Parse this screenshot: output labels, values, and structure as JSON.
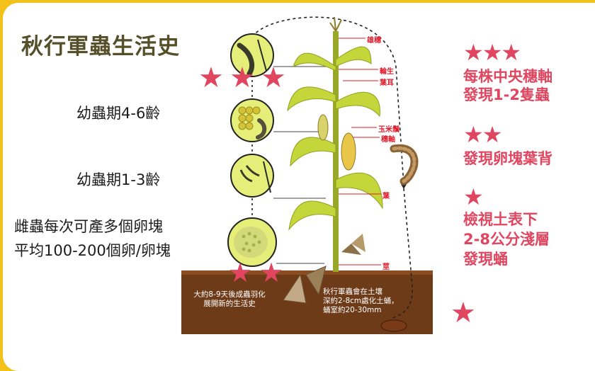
{
  "title": "秋行軍蟲生活史",
  "stages": {
    "larva_4_6": "幼蟲期4-6齡",
    "larva_1_3": "幼蟲期1-3齡",
    "eggs_line1": "雌蟲每次可產多個卵塊",
    "eggs_line2": "平均100-200個卵/卵塊"
  },
  "plant_labels": {
    "tassel": "雄穗",
    "whorl": "輪生",
    "ligule": "葉耳",
    "silk": "玉米鬚",
    "ear": "穗軸",
    "leaf": "葉",
    "stalk": "莖"
  },
  "soil_notes": {
    "adult_line1": "大約8-9天後成蟲羽化",
    "adult_line2": "展開新的生活史",
    "pupa_line1": "秋行軍蟲會在土壤",
    "pupa_line2": "深約2-8cm處化土蛹，",
    "pupa_line3": "蛹室約20-30mm"
  },
  "scouting": {
    "level3_stars": "★★★",
    "level3_line1": "每株中央穗軸",
    "level3_line2": "發現1-2隻蟲",
    "level2_stars": "★★",
    "level2_line1": "發現卵塊葉背",
    "level1_stars": "★",
    "level1_line1": "檢視土表下",
    "level1_line2": "2-8公分淺層",
    "level1_line3": "發現蛹"
  },
  "colors": {
    "frame": "#f2c21a",
    "title": "#55502a",
    "star": "#e04660",
    "label_red": "#e01c2c",
    "soil": "#6e3b18",
    "leaf": "#c5d63a"
  }
}
